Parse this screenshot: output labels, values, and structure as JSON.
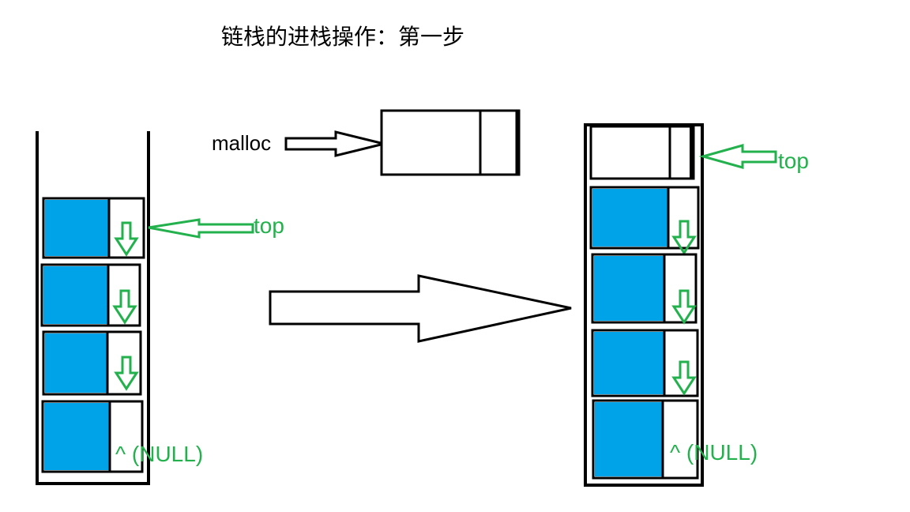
{
  "title": "链栈的进栈操作：第一步",
  "malloc_label": "malloc",
  "top_label": "top",
  "null_label": "^ (NULL)",
  "colors": {
    "node_data": "#00a2e8",
    "pointer_green": "#22b14c",
    "outline": "#000000"
  }
}
